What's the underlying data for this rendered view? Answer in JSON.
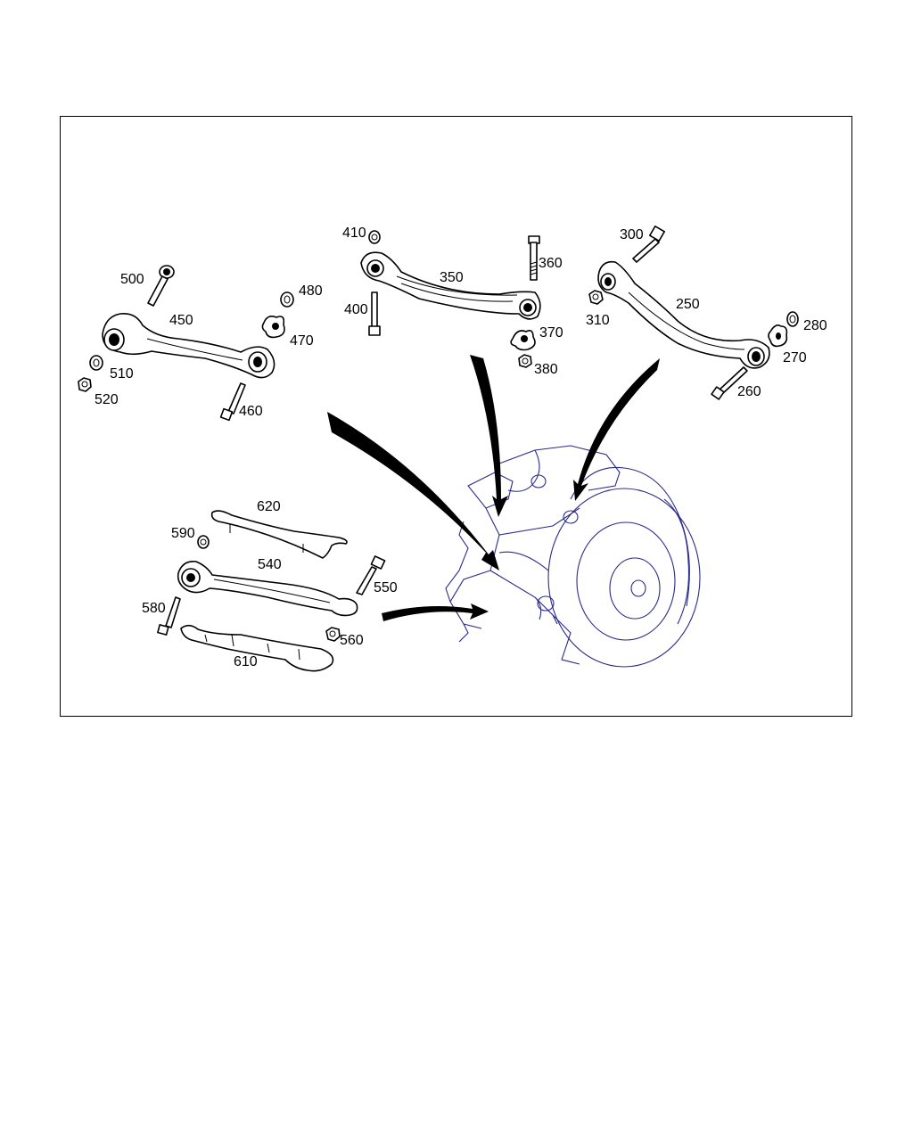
{
  "diagram": {
    "callouts": [
      {
        "id": "410",
        "text": "410"
      },
      {
        "id": "350",
        "text": "350"
      },
      {
        "id": "360",
        "text": "360"
      },
      {
        "id": "400",
        "text": "400"
      },
      {
        "id": "370",
        "text": "370"
      },
      {
        "id": "380",
        "text": "380"
      },
      {
        "id": "300",
        "text": "300"
      },
      {
        "id": "250",
        "text": "250"
      },
      {
        "id": "310",
        "text": "310"
      },
      {
        "id": "280",
        "text": "280"
      },
      {
        "id": "270",
        "text": "270"
      },
      {
        "id": "260",
        "text": "260"
      },
      {
        "id": "500",
        "text": "500"
      },
      {
        "id": "450",
        "text": "450"
      },
      {
        "id": "480",
        "text": "480"
      },
      {
        "id": "470",
        "text": "470"
      },
      {
        "id": "510",
        "text": "510"
      },
      {
        "id": "520",
        "text": "520"
      },
      {
        "id": "460",
        "text": "460"
      },
      {
        "id": "620",
        "text": "620"
      },
      {
        "id": "590",
        "text": "590"
      },
      {
        "id": "540",
        "text": "540"
      },
      {
        "id": "550",
        "text": "550"
      },
      {
        "id": "580",
        "text": "580"
      },
      {
        "id": "560",
        "text": "560"
      },
      {
        "id": "610",
        "text": "610"
      }
    ],
    "colors": {
      "line": "#000000",
      "axle_line": "#2a2a8a",
      "frame": "#000000"
    }
  }
}
